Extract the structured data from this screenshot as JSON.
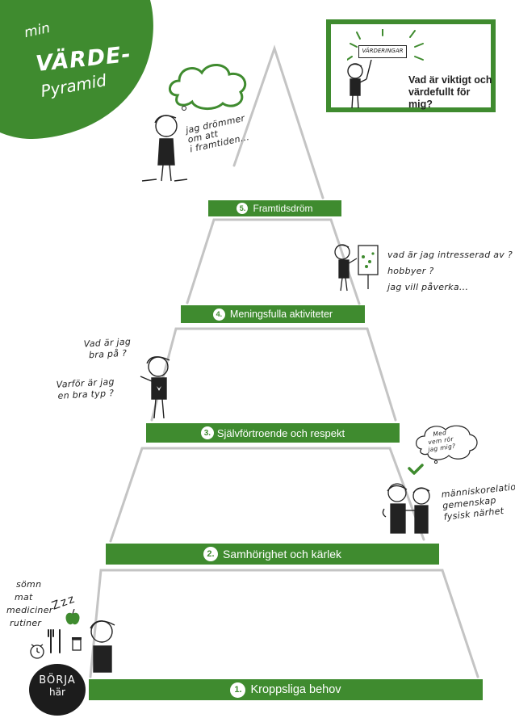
{
  "title": {
    "line1": "min",
    "line2": "VÄRDE-",
    "line3": "Pyramid"
  },
  "info_box": {
    "sign_label": "VÄRDERINGAR",
    "question_line1": "Vad är viktigt och",
    "question_line2": "värdefullt för mig?"
  },
  "levels": [
    {
      "number": "1.",
      "label": "Kroppsliga behov"
    },
    {
      "number": "2.",
      "label": "Samhörighet och kärlek"
    },
    {
      "number": "3.",
      "label": "Självförtroende och respekt"
    },
    {
      "number": "4.",
      "label": "Meningsfulla aktiviteter"
    },
    {
      "number": "5.",
      "label": "Framtidsdröm"
    }
  ],
  "notes": {
    "dream": [
      "jag drömmer",
      "om att",
      "i framtiden..."
    ],
    "activities": [
      "vad är jag intresserad av ?",
      "hobbyer ?",
      "jag vill påverka..."
    ],
    "confidence_q1": [
      "Vad är jag",
      "bra på ?"
    ],
    "confidence_q2": [
      "Varför är jag",
      "en bra typ ?"
    ],
    "relations_bubble": [
      "Med",
      "vem rör",
      "jag mig?"
    ],
    "relations": [
      "människorelationer",
      "gemenskap",
      "fysisk närhet"
    ],
    "body": [
      "sömn",
      "mat",
      "mediciner",
      "rutiner"
    ],
    "zzz": "Zzz"
  },
  "start": {
    "line1": "BÖRJA",
    "line2": "här"
  },
  "colors": {
    "brand_green": "#3f8b2f",
    "outline_gray": "#c4c4c4",
    "ink": "#1c1c1c"
  }
}
